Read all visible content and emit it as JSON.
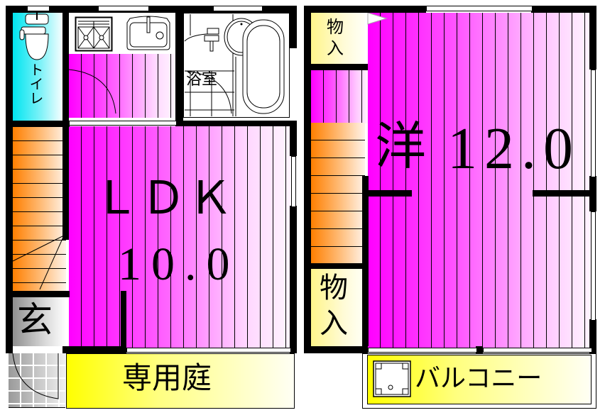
{
  "floor_plan": {
    "first_floor": {
      "rooms": {
        "toilet": {
          "label": "トイレ"
        },
        "bath": {
          "label": "浴室"
        },
        "ldk": {
          "label": "ＬＤＫ",
          "size": "10.0"
        },
        "entrance": {
          "label": "玄"
        },
        "private_garden": {
          "label": "専用庭"
        }
      }
    },
    "second_floor": {
      "rooms": {
        "western_room": {
          "label": "洋",
          "size": "12.0"
        },
        "closet_top": {
          "label_line1": "物",
          "label_line2": "入"
        },
        "closet_bottom": {
          "label_line1": "物",
          "label_line2": "入"
        },
        "balcony": {
          "label": "バルコニー"
        }
      }
    },
    "colors": {
      "floor_pink": "#ff00ff",
      "stairs_orange": "#ff7f00",
      "toilet_cyan": "#00e5f0",
      "yard_yellow": "#ffff00",
      "closet_cream": "#fffbd6",
      "entry_gray": "#8f8f8f",
      "wall": "#000000"
    }
  }
}
